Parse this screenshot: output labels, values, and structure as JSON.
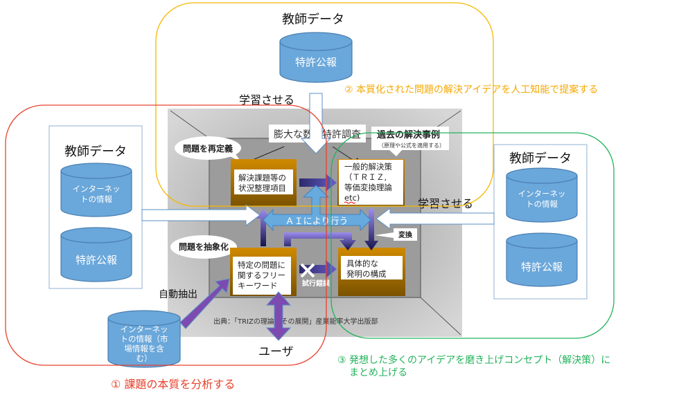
{
  "colors": {
    "red_group": "#e8412c",
    "yellow_group": "#f5b800",
    "green_group": "#21b25a",
    "cylinder_fill": "#6aa7da",
    "cylinder_stroke": "#4a7eb0",
    "purple_arrow": "#7d4bb0",
    "light_blue_arrow": "#66aade",
    "box_brown": "#b97a00"
  },
  "groups": {
    "step1": {
      "label": "① 課題の本質を分析する"
    },
    "step2": {
      "label": "② 本質化された問題の解決アイデアを人工知能で提案する"
    },
    "step3": {
      "label_line1": "③ 発想した多くのアイデアを磨き上げコンセプト（解決策）に",
      "label_line2": "まとめ上げる"
    }
  },
  "top_teacher": {
    "title": "教師データ",
    "db": "特許公報",
    "learn_label": "学習させる"
  },
  "left_teacher": {
    "title": "教師データ",
    "db1": [
      "インターネッ",
      "トの情報"
    ],
    "db2": "特許公報"
  },
  "right_teacher": {
    "title": "教師データ",
    "db1": [
      "インターネッ",
      "トの情報"
    ],
    "db2": "特許公報",
    "learn_label": "学習させる"
  },
  "center": {
    "survey_label": "膨大な数の特許調査",
    "past_cases_title": "過去の解決事例",
    "past_cases_sub": "（原理や公式を適用する）",
    "redefine_bubble": "問題を再定義",
    "abstract_bubble": "問題を抽象化",
    "box_situation": [
      "解決課題等の",
      "状況整理項目"
    ],
    "box_general": [
      "一般的解決策",
      "（ＴＲＩＺ,",
      "等価変換理論",
      "etc)"
    ],
    "box_keywords": [
      "特定の問題に",
      "関するフリー",
      "キーワード"
    ],
    "box_concrete": [
      "具体的な",
      "発明の構成"
    ],
    "ai_label": "ＡＩにより行う",
    "convert_label": "変換",
    "trial_label": "試行錯誤",
    "source_label": "出典：「TRIZの理論とその展開」産業能率大学出版部"
  },
  "bottom": {
    "auto_extract": "自動抽出",
    "internet_db": [
      "インターネッ",
      "トの情報（市",
      "場情報を含",
      "む）"
    ],
    "user_label": "ユーザ"
  }
}
